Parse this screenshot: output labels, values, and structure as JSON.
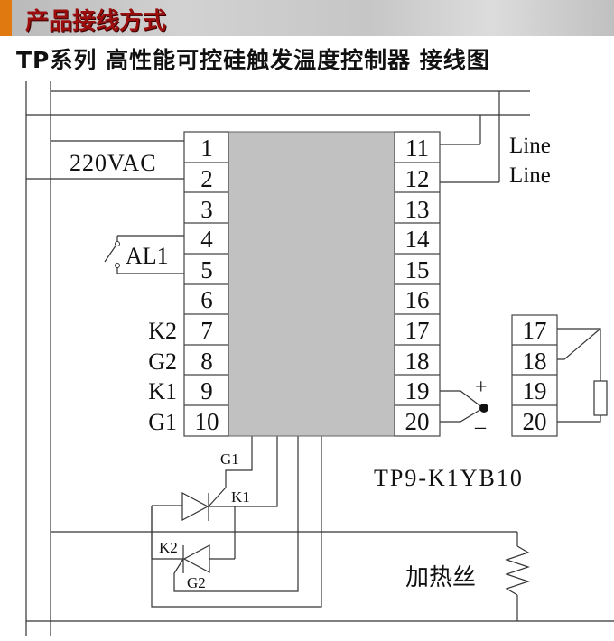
{
  "header": {
    "section_title": "产品接线方式",
    "accent_color": "#e07a10",
    "title_color": "#9c0e0e"
  },
  "diagram": {
    "title": "TP系列 高性能可控硅触发温度控制器 接线图",
    "model": "TP9-K1YB10",
    "power_label": "220VAC",
    "alarm_label": "AL1",
    "line_labels": [
      "Line",
      "Line"
    ],
    "left_terminals": [
      "1",
      "2",
      "3",
      "4",
      "5",
      "6",
      "7",
      "8",
      "9",
      "10"
    ],
    "left_terminal_labels": {
      "7": "K2",
      "8": "G2",
      "9": "K1",
      "10": "G1"
    },
    "right_terminals": [
      "11",
      "12",
      "13",
      "14",
      "15",
      "16",
      "17",
      "18",
      "19",
      "20"
    ],
    "thermocouple": {
      "plus": "+",
      "minus": "–"
    },
    "rtd_terminals": [
      "17",
      "18",
      "19",
      "20"
    ],
    "scr_labels": {
      "g1": "G1",
      "k1": "K1",
      "k2": "K2",
      "g2": "G2"
    },
    "heater_label": "加热丝"
  }
}
